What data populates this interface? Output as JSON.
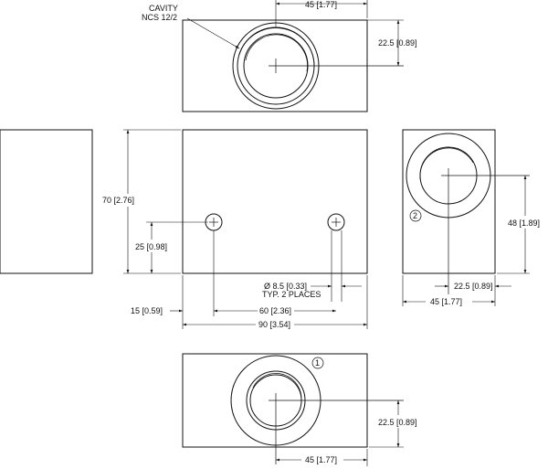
{
  "top_view": {
    "cavity_label_line1": "CAVITY",
    "cavity_label_line2": "NCS 12/2",
    "dim_width": "45 [1.77]",
    "dim_height": "22.5 [0.89]"
  },
  "front_view": {
    "dim_height_total": "70 [2.76]",
    "dim_hole_height": "25 [0.98]",
    "hole_spec_line1": "Ø 8.5 [0.33]",
    "hole_spec_line2": "TYP. 2 PLACES",
    "dim_hole_spacing": "60 [2.36]",
    "dim_left_offset": "15 [0.59]",
    "dim_total_width": "90 [3.54]"
  },
  "side_view": {
    "port_label": "2",
    "dim_height": "48 [1.89]",
    "dim_half_width": "22.5 [0.89]",
    "dim_width": "45 [1.77]"
  },
  "bottom_view": {
    "port_label": "1",
    "dim_height": "22.5 [0.89]",
    "dim_width": "45 [1.77]"
  }
}
